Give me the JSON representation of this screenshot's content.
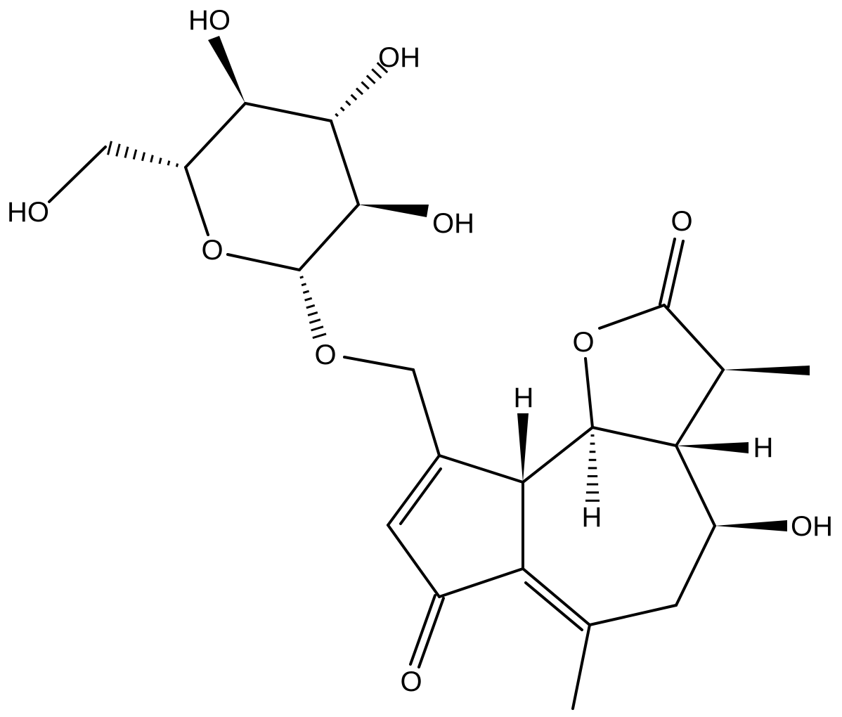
{
  "molecule": {
    "atom_labels": {
      "ho_top": "HO",
      "oh_c3": "OH",
      "oh_c2": "OH",
      "ho_ch2": "HO",
      "o_ring_sugar": "O",
      "o_glyco": "O",
      "o_carbonyl_lactone": "O",
      "o_lactone_ring": "O",
      "h_c7": "H",
      "h_c6": "H",
      "h_c5": "H",
      "oh_c8": "OH",
      "o_ketone": "O"
    }
  }
}
